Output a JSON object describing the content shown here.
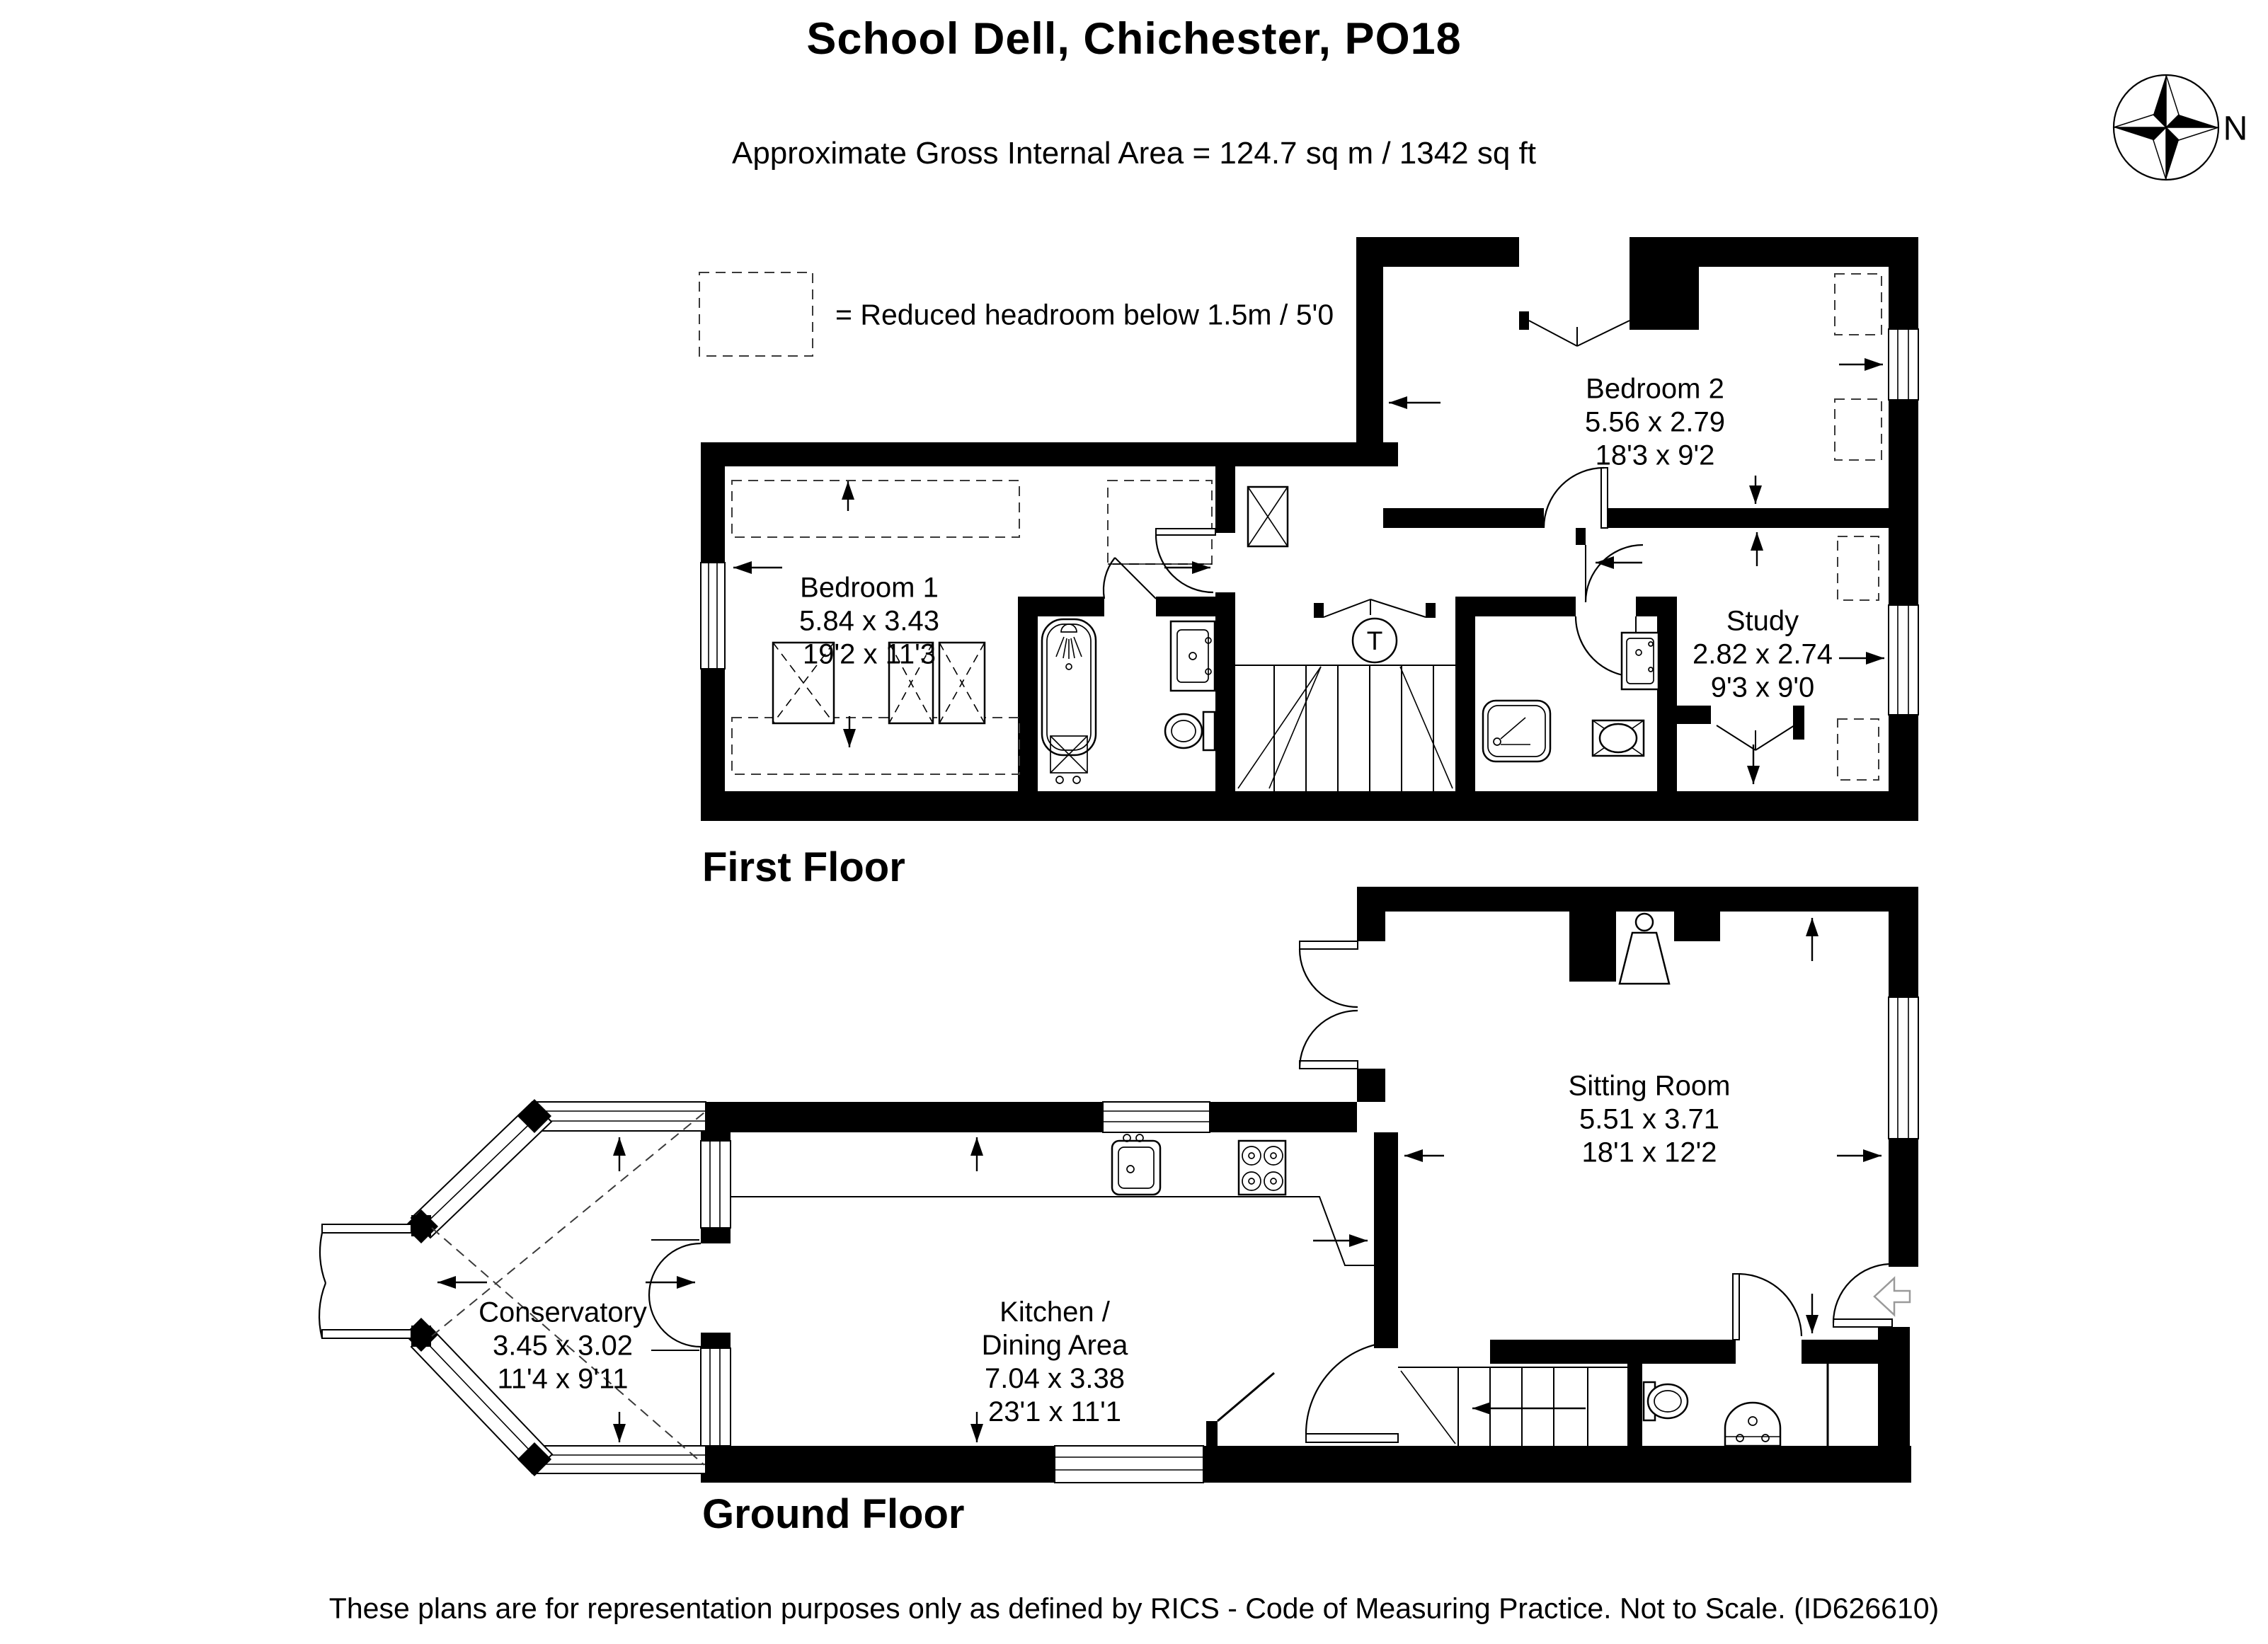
{
  "page": {
    "background": "#ffffff"
  },
  "header": {
    "title": "School Dell, Chichester, PO18",
    "subtitle": "Approximate Gross Internal Area = 124.7 sq m / 1342 sq ft"
  },
  "compass": {
    "label": "N",
    "icon": "compass-rose"
  },
  "legend": {
    "symbol": "dashed-rectangle",
    "text": "= Reduced headroom below 1.5m / 5'0"
  },
  "floors": {
    "first": {
      "label": "First Floor",
      "rooms": {
        "bedroom1": {
          "name": "Bedroom 1",
          "metric": "5.84 x 3.43",
          "imperial": "19'2 x 11'3"
        },
        "bedroom2": {
          "name": "Bedroom 2",
          "metric": "5.56 x 2.79",
          "imperial": "18'3 x 9'2"
        },
        "study": {
          "name": "Study",
          "metric": "2.82 x 2.74",
          "imperial": "9'3 x 9'0"
        }
      },
      "symbols": {
        "tank": "T"
      }
    },
    "ground": {
      "label": "Ground Floor",
      "rooms": {
        "sitting": {
          "name": "Sitting Room",
          "metric": "5.51 x 3.71",
          "imperial": "18'1 x 12'2"
        },
        "conservatory": {
          "name": "Conservatory",
          "metric": "3.45 x 3.02",
          "imperial": "11'4 x 9'11"
        },
        "kitchen": {
          "name_line1": "Kitchen /",
          "name_line2": "Dining Area",
          "metric": "7.04 x 3.38",
          "imperial": "23'1 x 11'1"
        }
      }
    }
  },
  "footer": {
    "disclaimer": "These plans are for representation purposes only as defined by RICS - Code of Measuring Practice. Not to Scale. (ID626610)"
  },
  "colors": {
    "wall": "#000000",
    "line": "#1a1a1a",
    "dashed": "#444444",
    "entrance_arrow": "#9a9a9a"
  }
}
